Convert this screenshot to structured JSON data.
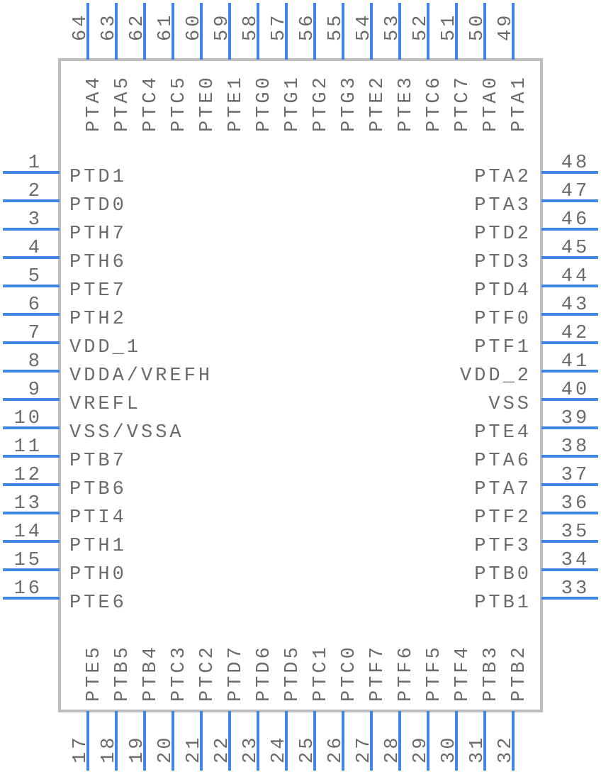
{
  "colors": {
    "pin": "#3d86e8",
    "body": "#bdbdbd",
    "text": "#6b6b6b"
  },
  "left_pins": [
    {
      "number": "1",
      "name": "PTD1"
    },
    {
      "number": "2",
      "name": "PTD0"
    },
    {
      "number": "3",
      "name": "PTH7"
    },
    {
      "number": "4",
      "name": "PTH6"
    },
    {
      "number": "5",
      "name": "PTE7"
    },
    {
      "number": "6",
      "name": "PTH2"
    },
    {
      "number": "7",
      "name": "VDD_1"
    },
    {
      "number": "8",
      "name": "VDDA/VREFH"
    },
    {
      "number": "9",
      "name": "VREFL"
    },
    {
      "number": "10",
      "name": "VSS/VSSA"
    },
    {
      "number": "11",
      "name": "PTB7"
    },
    {
      "number": "12",
      "name": "PTB6"
    },
    {
      "number": "13",
      "name": "PTI4"
    },
    {
      "number": "14",
      "name": "PTH1"
    },
    {
      "number": "15",
      "name": "PTH0"
    },
    {
      "number": "16",
      "name": "PTE6"
    }
  ],
  "right_pins": [
    {
      "number": "48",
      "name": "PTA2"
    },
    {
      "number": "47",
      "name": "PTA3"
    },
    {
      "number": "46",
      "name": "PTD2"
    },
    {
      "number": "45",
      "name": "PTD3"
    },
    {
      "number": "44",
      "name": "PTD4"
    },
    {
      "number": "43",
      "name": "PTF0"
    },
    {
      "number": "42",
      "name": "PTF1"
    },
    {
      "number": "41",
      "name": "VDD_2"
    },
    {
      "number": "40",
      "name": "VSS"
    },
    {
      "number": "39",
      "name": "PTE4"
    },
    {
      "number": "38",
      "name": "PTA6"
    },
    {
      "number": "37",
      "name": "PTA7"
    },
    {
      "number": "36",
      "name": "PTF2"
    },
    {
      "number": "35",
      "name": "PTF3"
    },
    {
      "number": "34",
      "name": "PTB0"
    },
    {
      "number": "33",
      "name": "PTB1"
    }
  ],
  "top_pins": [
    {
      "number": "64",
      "name": "PTA4"
    },
    {
      "number": "63",
      "name": "PTA5"
    },
    {
      "number": "62",
      "name": "PTC4"
    },
    {
      "number": "61",
      "name": "PTC5"
    },
    {
      "number": "60",
      "name": "PTE0"
    },
    {
      "number": "59",
      "name": "PTE1"
    },
    {
      "number": "58",
      "name": "PTG0"
    },
    {
      "number": "57",
      "name": "PTG1"
    },
    {
      "number": "56",
      "name": "PTG2"
    },
    {
      "number": "55",
      "name": "PTG3"
    },
    {
      "number": "54",
      "name": "PTE2"
    },
    {
      "number": "53",
      "name": "PTE3"
    },
    {
      "number": "52",
      "name": "PTC6"
    },
    {
      "number": "51",
      "name": "PTC7"
    },
    {
      "number": "50",
      "name": "PTA0"
    },
    {
      "number": "49",
      "name": "PTA1"
    }
  ],
  "bottom_pins": [
    {
      "number": "17",
      "name": "PTE5"
    },
    {
      "number": "18",
      "name": "PTB5"
    },
    {
      "number": "19",
      "name": "PTB4"
    },
    {
      "number": "20",
      "name": "PTC3"
    },
    {
      "number": "21",
      "name": "PTC2"
    },
    {
      "number": "22",
      "name": "PTD7"
    },
    {
      "number": "23",
      "name": "PTD6"
    },
    {
      "number": "24",
      "name": "PTD5"
    },
    {
      "number": "25",
      "name": "PTC1"
    },
    {
      "number": "26",
      "name": "PTC0"
    },
    {
      "number": "27",
      "name": "PTF7"
    },
    {
      "number": "28",
      "name": "PTF6"
    },
    {
      "number": "29",
      "name": "PTF5"
    },
    {
      "number": "30",
      "name": "PTF4"
    },
    {
      "number": "31",
      "name": "PTB3"
    },
    {
      "number": "32",
      "name": "PTB2"
    }
  ]
}
